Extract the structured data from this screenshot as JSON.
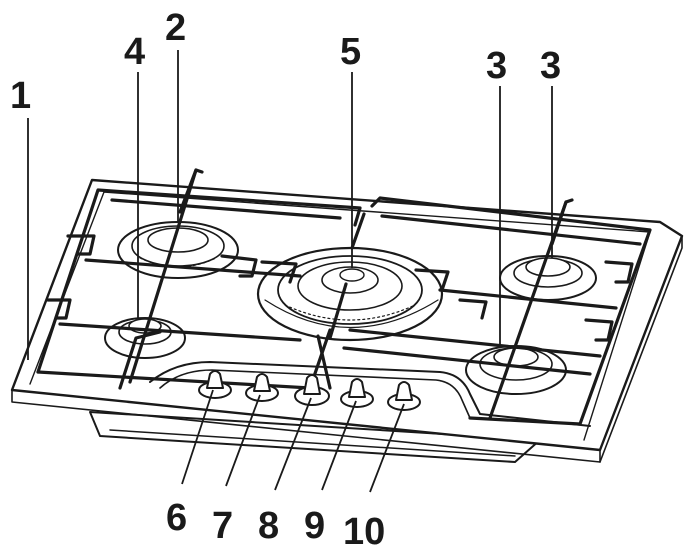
{
  "diagram": {
    "subject": "gas hob",
    "callouts": [
      {
        "id": "label-1",
        "text": "1"
      },
      {
        "id": "label-2",
        "text": "2"
      },
      {
        "id": "label-3a",
        "text": "3"
      },
      {
        "id": "label-3b",
        "text": "3"
      },
      {
        "id": "label-4",
        "text": "4"
      },
      {
        "id": "label-5",
        "text": "5"
      },
      {
        "id": "label-6",
        "text": "6"
      },
      {
        "id": "label-7",
        "text": "7"
      },
      {
        "id": "label-8",
        "text": "8"
      },
      {
        "id": "label-9",
        "text": "9"
      },
      {
        "id": "label-10",
        "text": "10"
      }
    ],
    "colors": {
      "ink": "#1a1a1a",
      "background": "#ffffff",
      "steel": "#e8e8e8"
    }
  }
}
